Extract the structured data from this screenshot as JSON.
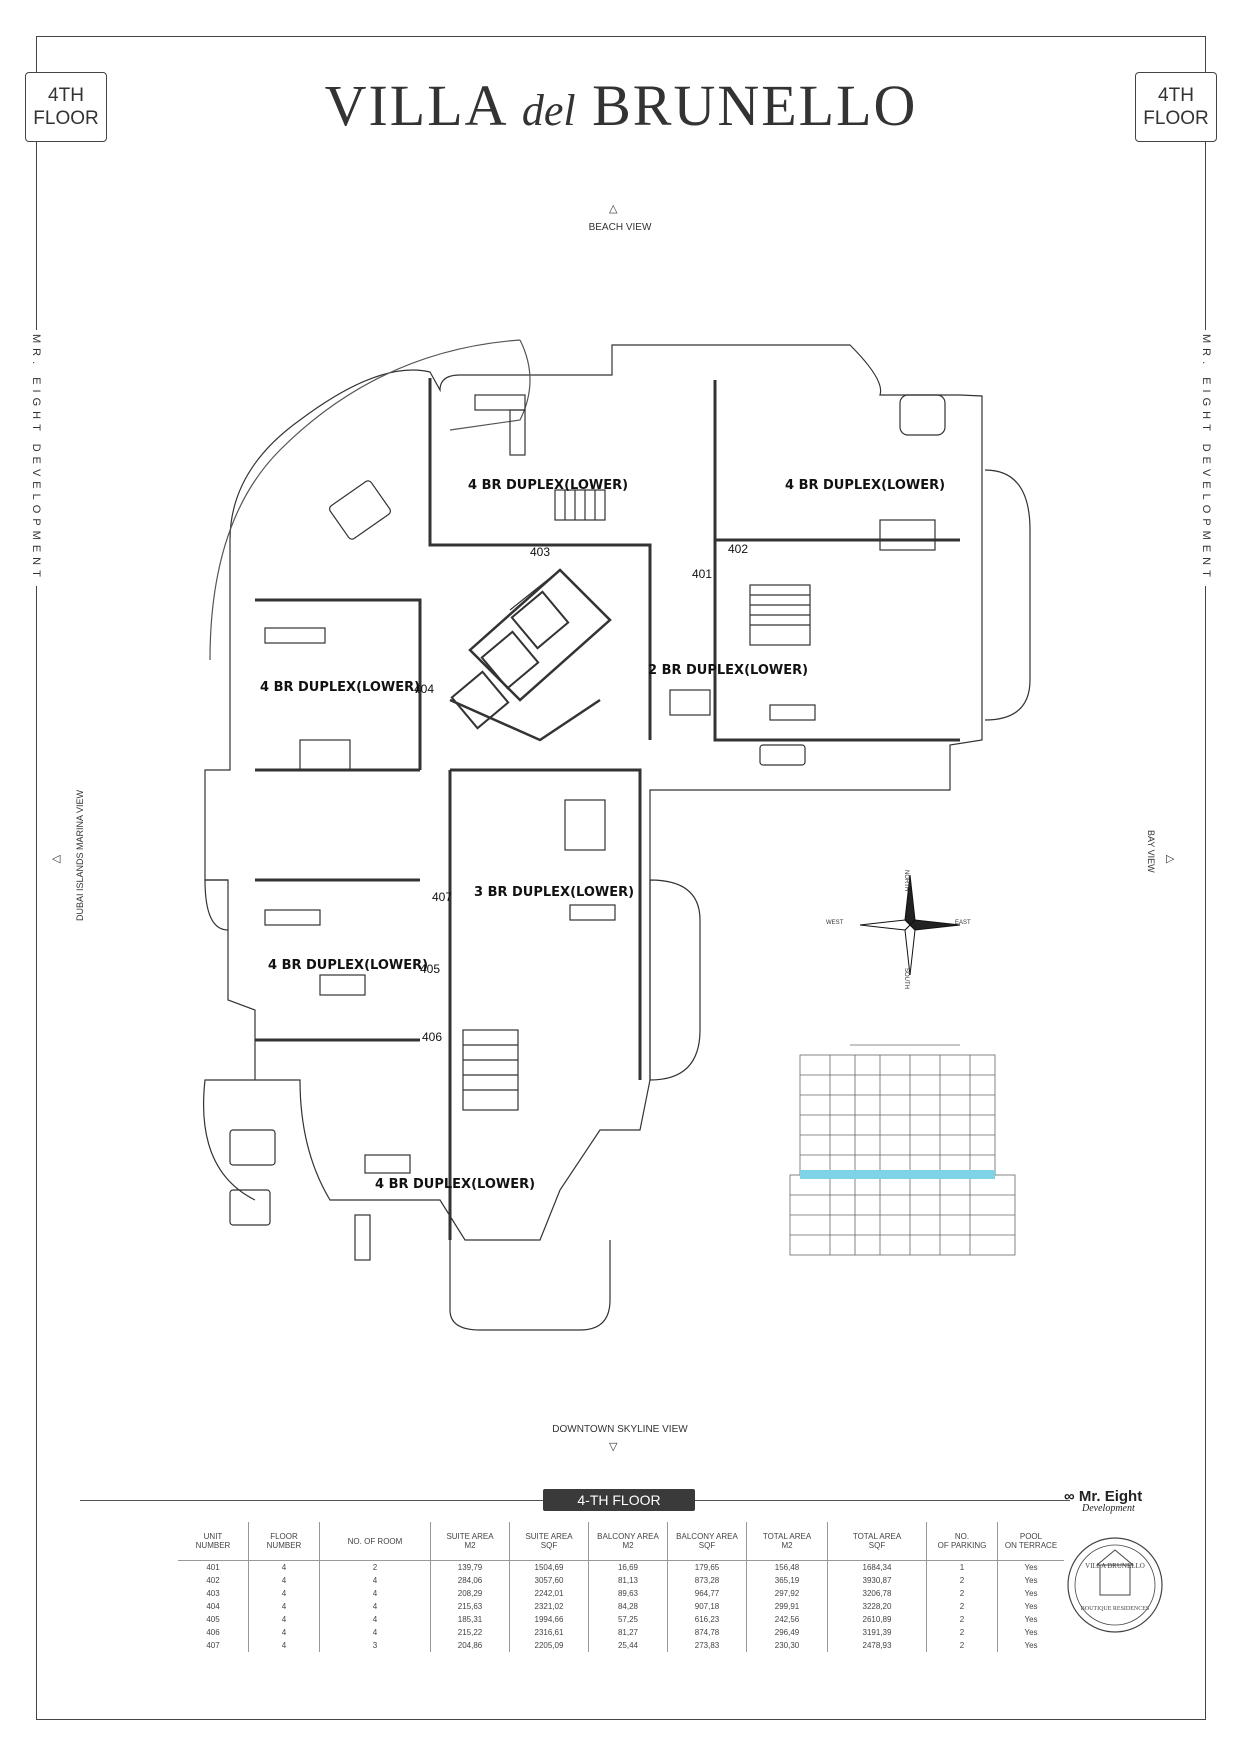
{
  "header": {
    "floor_badge_line1": "4TH",
    "floor_badge_line2": "FLOOR",
    "brand_part1": "VILLA ",
    "brand_part2": "del",
    "brand_part3": " BRUNELLO"
  },
  "side_text": {
    "developer_vertical": "MR. EIGHT DEVELOPMENT"
  },
  "views": {
    "top": "BEACH VIEW",
    "bottom": "DOWNTOWN SKYLINE VIEW",
    "left": "DUBAI ISLANDS MARINA VIEW",
    "right": "BAY VIEW"
  },
  "compass": {
    "north": "NORTH",
    "south": "SOUTH",
    "east": "EAST",
    "west": "WEST"
  },
  "plan": {
    "unit_labels": {
      "u403_type": "4 BR DUPLEX(LOWER)",
      "u402_type": "4 BR DUPLEX(LOWER)",
      "u401_type": "2 BR DUPLEX(LOWER)",
      "u404_type": "4 BR DUPLEX(LOWER)",
      "u407_type": "3 BR  DUPLEX(LOWER)",
      "u405_type": "4 BR DUPLEX(LOWER)",
      "u406_type": "4 BR DUPLEX(LOWER)"
    },
    "unit_numbers": {
      "n401": "401",
      "n402": "402",
      "n403": "403",
      "n404": "404",
      "n405": "405",
      "n406": "406",
      "n407": "407"
    }
  },
  "footer": {
    "section_title": "4-TH FLOOR",
    "logo_name": "Mr. Eight",
    "logo_sub": "Development",
    "table": {
      "headers": [
        [
          "UNIT",
          "NUMBER"
        ],
        [
          "FLOOR",
          "NUMBER"
        ],
        [
          "NO. OF ROOM",
          ""
        ],
        [
          "SUITE AREA",
          "M2"
        ],
        [
          "SUITE AREA",
          "SQF"
        ],
        [
          "BALCONY AREA",
          "M2"
        ],
        [
          "BALCONY AREA",
          "SQF"
        ],
        [
          "TOTAL AREA",
          "M2"
        ],
        [
          "TOTAL AREA",
          "SQF"
        ],
        [
          "NO.",
          "OF PARKING"
        ],
        [
          "POOL",
          "ON TERRACE"
        ]
      ],
      "rows": [
        [
          "401",
          "4",
          "2",
          "139,79",
          "1504,69",
          "16,69",
          "179,65",
          "156,48",
          "1684,34",
          "1",
          "Yes"
        ],
        [
          "402",
          "4",
          "4",
          "284,06",
          "3057,60",
          "81,13",
          "873,28",
          "365,19",
          "3930,87",
          "2",
          "Yes"
        ],
        [
          "403",
          "4",
          "4",
          "208,29",
          "2242,01",
          "89,63",
          "964,77",
          "297,92",
          "3206,78",
          "2",
          "Yes"
        ],
        [
          "404",
          "4",
          "4",
          "215,63",
          "2321,02",
          "84,28",
          "907,18",
          "299,91",
          "3228,20",
          "2",
          "Yes"
        ],
        [
          "405",
          "4",
          "4",
          "185,31",
          "1994,66",
          "57,25",
          "616,23",
          "242,56",
          "2610,89",
          "2",
          "Yes"
        ],
        [
          "406",
          "4",
          "4",
          "215,22",
          "2316,61",
          "81,27",
          "874,78",
          "296,49",
          "3191,39",
          "2",
          "Yes"
        ],
        [
          "407",
          "4",
          "3",
          "204,86",
          "2205,09",
          "25,44",
          "273,83",
          "230,30",
          "2478,93",
          "2",
          "Yes"
        ]
      ]
    }
  }
}
